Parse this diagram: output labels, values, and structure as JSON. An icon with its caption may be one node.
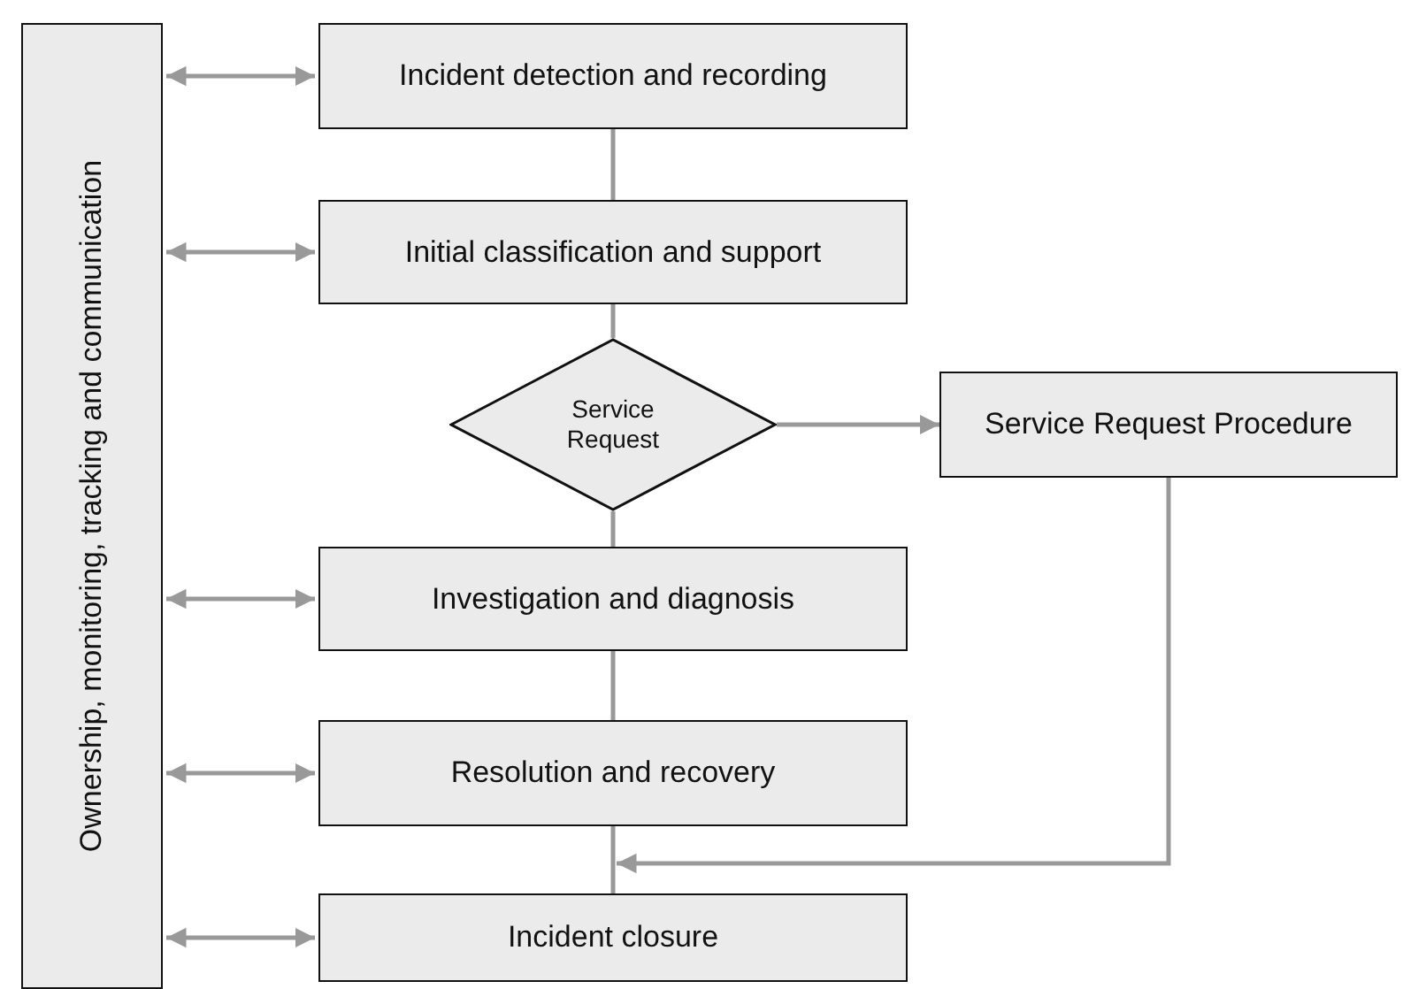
{
  "diagram": {
    "nodes": [
      {
        "text": [
          "Ownership, monitoring, tracking and communication"
        ]
      },
      {
        "text": [
          "Incident detection and recording"
        ]
      },
      {
        "text": [
          "Initial classification and support"
        ]
      },
      {
        "text": [
          "Service Request"
        ]
      },
      {
        "text": [
          "Service Request Procedure"
        ]
      },
      {
        "text": [
          "Investigation and diagnosis"
        ]
      },
      {
        "text": [
          "Resolution and recovery"
        ]
      },
      {
        "text": [
          "Incident closure"
        ]
      }
    ],
    "edges": [
      {
        "from": 0,
        "to": 1,
        "arrow": "both"
      },
      {
        "from": 0,
        "to": 2,
        "arrow": "both"
      },
      {
        "from": 0,
        "to": 5,
        "arrow": "both"
      },
      {
        "from": 0,
        "to": 6,
        "arrow": "both"
      },
      {
        "from": 0,
        "to": 7,
        "arrow": "both"
      },
      {
        "from": 1,
        "to": 2,
        "arrow": "none"
      },
      {
        "from": 2,
        "to": 3,
        "arrow": "none"
      },
      {
        "from": 3,
        "to": 4,
        "arrow": "to"
      },
      {
        "from": 3,
        "to": 5,
        "arrow": "none"
      },
      {
        "from": 5,
        "to": 6,
        "arrow": "none"
      },
      {
        "from": 6,
        "to": 7,
        "arrow": "none"
      },
      {
        "from": 4,
        "to": 7,
        "arrow": "to"
      }
    ]
  }
}
